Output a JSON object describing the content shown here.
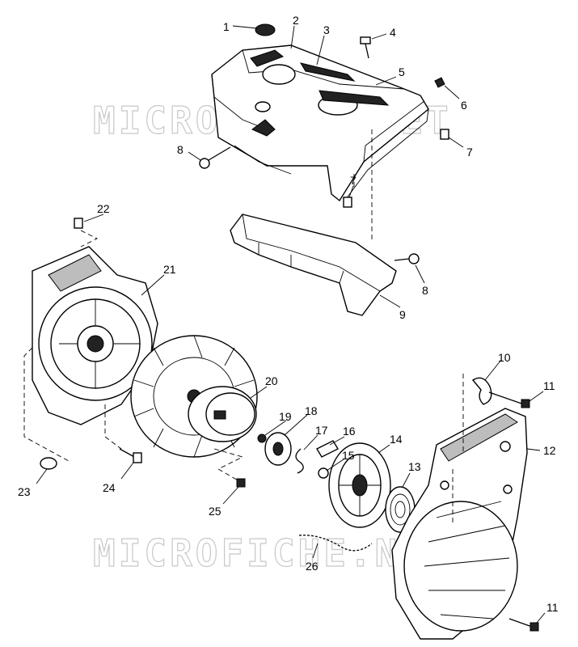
{
  "watermark": "MICROFICHE.NET",
  "callouts": [
    {
      "id": "c1",
      "text": "1"
    },
    {
      "id": "c2",
      "text": "2"
    },
    {
      "id": "c3",
      "text": "3"
    },
    {
      "id": "c4",
      "text": "4"
    },
    {
      "id": "c5",
      "text": "5"
    },
    {
      "id": "c6",
      "text": "6"
    },
    {
      "id": "c7a",
      "text": "7"
    },
    {
      "id": "c7b",
      "text": "7"
    },
    {
      "id": "c8a",
      "text": "8"
    },
    {
      "id": "c8b",
      "text": "8"
    },
    {
      "id": "c9",
      "text": "9"
    },
    {
      "id": "c10",
      "text": "10"
    },
    {
      "id": "c11a",
      "text": "11"
    },
    {
      "id": "c11b",
      "text": "11"
    },
    {
      "id": "c12",
      "text": "12"
    },
    {
      "id": "c13",
      "text": "13"
    },
    {
      "id": "c14",
      "text": "14"
    },
    {
      "id": "c15",
      "text": "15"
    },
    {
      "id": "c16",
      "text": "16"
    },
    {
      "id": "c17",
      "text": "17"
    },
    {
      "id": "c18",
      "text": "18"
    },
    {
      "id": "c19",
      "text": "19"
    },
    {
      "id": "c20",
      "text": "20"
    },
    {
      "id": "c21",
      "text": "21"
    },
    {
      "id": "c22",
      "text": "22"
    },
    {
      "id": "c23",
      "text": "23"
    },
    {
      "id": "c24",
      "text": "24"
    },
    {
      "id": "c25",
      "text": "25"
    },
    {
      "id": "c26",
      "text": "26"
    }
  ]
}
